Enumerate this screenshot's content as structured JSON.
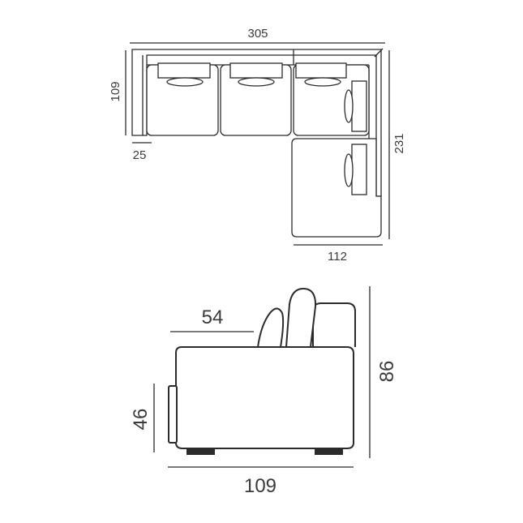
{
  "top_view": {
    "width_label": "305",
    "depth_label": "109",
    "armrest_label": "25",
    "corner_length_label": "231",
    "chaise_width_label": "112"
  },
  "side_view": {
    "seat_depth_label": "54",
    "seat_height_label": "46",
    "total_height_label": "86",
    "total_depth_label": "109"
  }
}
